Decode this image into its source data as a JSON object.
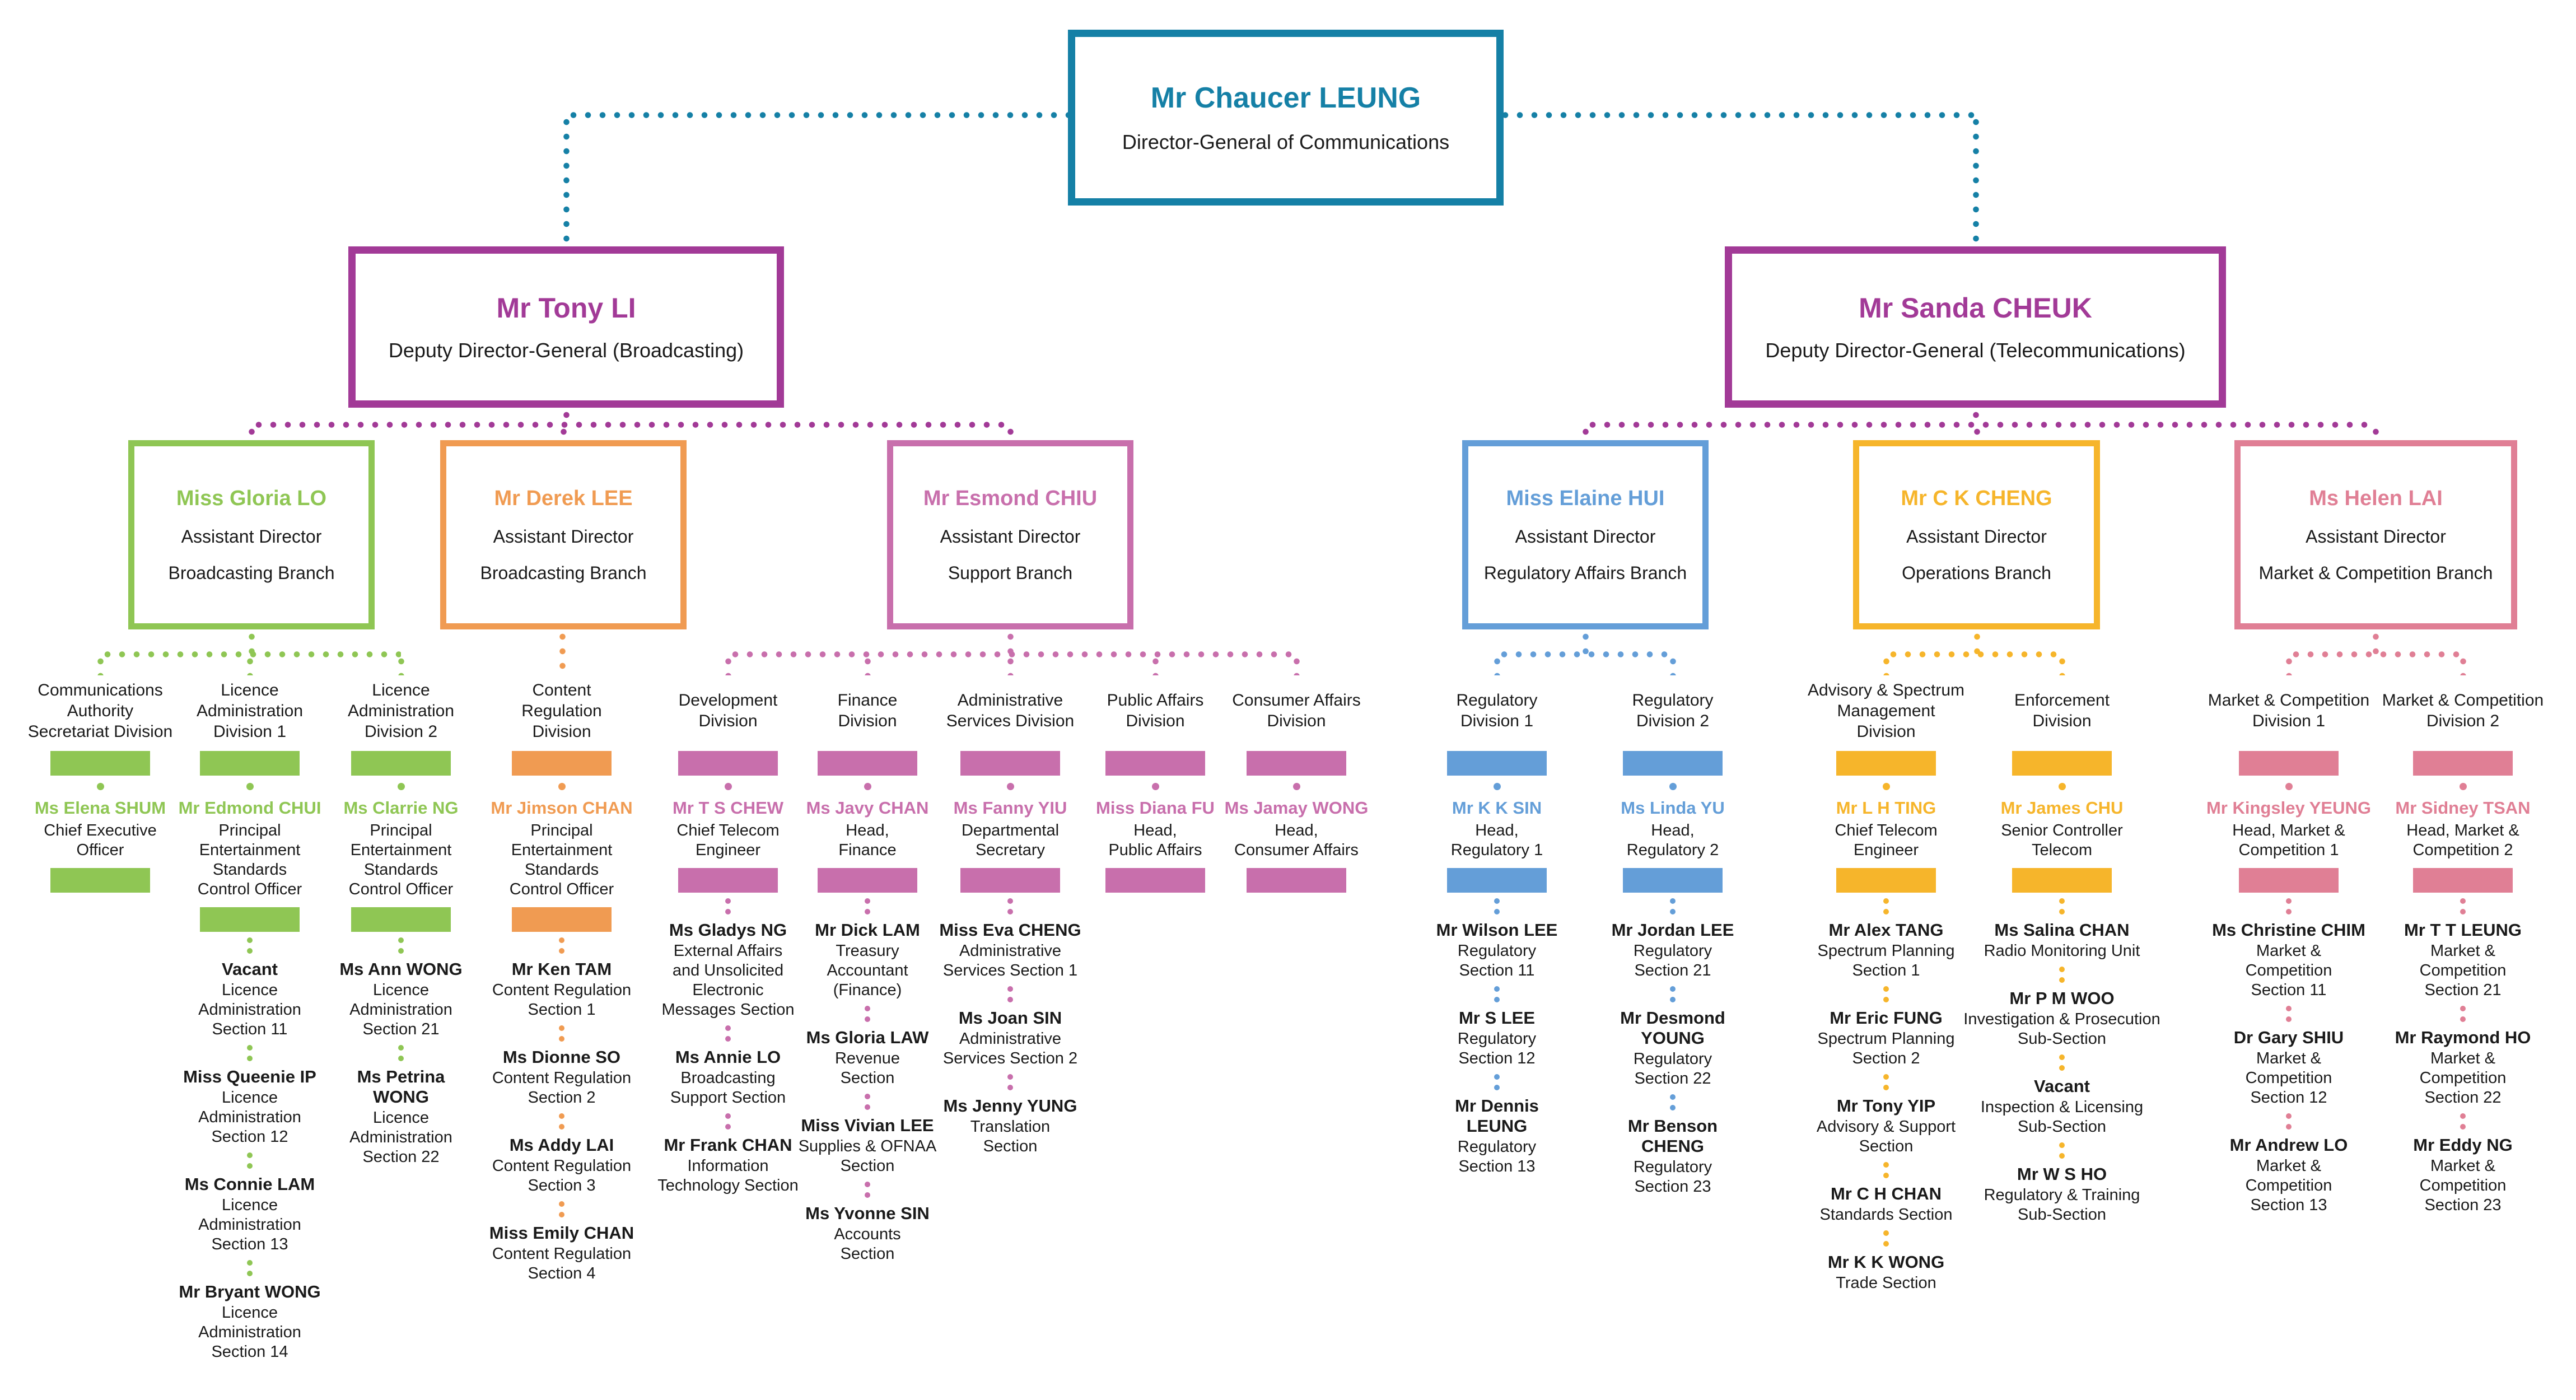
{
  "colors": {
    "teal": "#1580A6",
    "purple": "#A23A97",
    "green": "#8FC654",
    "orange": "#F09B52",
    "orchid": "#C86FAC",
    "blue": "#649ED8",
    "amber": "#F6B52B",
    "rose": "#E07F95",
    "text": "#1A1A1A"
  },
  "root": {
    "name": "Mr Chaucer LEUNG",
    "title": "Director-General of Communications"
  },
  "deputies": [
    {
      "name": "Mr Tony LI",
      "title": "Deputy Director-General (Broadcasting)"
    },
    {
      "name": "Mr Sanda CHEUK",
      "title": "Deputy Director-General (Telecommunications)"
    }
  ],
  "assistants": [
    {
      "name": "Miss Gloria LO",
      "role": "Assistant Director",
      "branch": "Broadcasting Branch",
      "color": "green"
    },
    {
      "name": "Mr Derek LEE",
      "role": "Assistant Director",
      "branch": "Broadcasting Branch",
      "color": "orange"
    },
    {
      "name": "Mr Esmond CHIU",
      "role": "Assistant Director",
      "branch": "Support Branch",
      "color": "orchid"
    },
    {
      "name": "Miss Elaine HUI",
      "role": "Assistant Director",
      "branch": "Regulatory Affairs Branch",
      "color": "blue"
    },
    {
      "name": "Mr C K CHENG",
      "role": "Assistant Director",
      "branch": "Operations Branch",
      "color": "amber"
    },
    {
      "name": "Ms Helen LAI",
      "role": "Assistant Director",
      "branch": "Market & Competition Branch",
      "color": "rose"
    }
  ],
  "columns": [
    {
      "division": "Communications\nAuthority\nSecretariat Division",
      "color": "green",
      "head": {
        "name": "Ms Elena SHUM",
        "role": "Chief Executive\nOfficer"
      },
      "staff": []
    },
    {
      "division": "Licence\nAdministration\nDivision 1",
      "color": "green",
      "head": {
        "name": "Mr Edmond CHUI",
        "role": "Principal\nEntertainment\nStandards\nControl Officer"
      },
      "staff": [
        {
          "name": "Vacant",
          "unit": "Licence\nAdministration\nSection 11"
        },
        {
          "name": "Miss Queenie IP",
          "unit": "Licence\nAdministration\nSection 12"
        },
        {
          "name": "Ms Connie LAM",
          "unit": "Licence\nAdministration\nSection 13"
        },
        {
          "name": "Mr Bryant WONG",
          "unit": "Licence\nAdministration\nSection 14"
        }
      ]
    },
    {
      "division": "Licence\nAdministration\nDivision 2",
      "color": "green",
      "head": {
        "name": "Ms Clarrie NG",
        "role": "Principal\nEntertainment\nStandards\nControl Officer"
      },
      "staff": [
        {
          "name": "Ms Ann WONG",
          "unit": "Licence\nAdministration\nSection 21"
        },
        {
          "name": "Ms Petrina WONG",
          "unit": "Licence\nAdministration\nSection 22"
        }
      ]
    },
    {
      "division": "Content\nRegulation\nDivision",
      "color": "orange",
      "head": {
        "name": "Mr Jimson CHAN",
        "role": "Principal\nEntertainment\nStandards\nControl Officer"
      },
      "staff": [
        {
          "name": "Mr Ken TAM",
          "unit": "Content Regulation\nSection 1"
        },
        {
          "name": "Ms Dionne SO",
          "unit": "Content Regulation\nSection 2"
        },
        {
          "name": "Ms Addy LAI",
          "unit": "Content Regulation\nSection 3"
        },
        {
          "name": "Miss Emily CHAN",
          "unit": "Content Regulation\nSection 4"
        }
      ]
    },
    {
      "division": "Development\nDivision",
      "color": "orchid",
      "head": {
        "name": "Mr T S CHEW",
        "role": "Chief Telecom\nEngineer"
      },
      "staff": [
        {
          "name": "Ms Gladys NG",
          "unit": "External Affairs\nand Unsolicited\nElectronic\nMessages Section"
        },
        {
          "name": "Ms Annie LO",
          "unit": "Broadcasting\nSupport Section"
        },
        {
          "name": "Mr Frank CHAN",
          "unit": "Information\nTechnology Section"
        }
      ]
    },
    {
      "division": "Finance\nDivision",
      "color": "orchid",
      "head": {
        "name": "Ms Javy CHAN",
        "role": "Head,\nFinance"
      },
      "staff": [
        {
          "name": "Mr Dick LAM",
          "unit": "Treasury\nAccountant\n(Finance)"
        },
        {
          "name": "Ms Gloria LAW",
          "unit": "Revenue\nSection"
        },
        {
          "name": "Miss Vivian LEE",
          "unit": "Supplies & OFNAA\nSection"
        },
        {
          "name": "Ms Yvonne SIN",
          "unit": "Accounts\nSection"
        }
      ]
    },
    {
      "division": "Administrative\nServices Division",
      "color": "orchid",
      "head": {
        "name": "Ms Fanny YIU",
        "role": "Departmental\nSecretary"
      },
      "staff": [
        {
          "name": "Miss Eva CHENG",
          "unit": "Administrative\nServices Section 1"
        },
        {
          "name": "Ms Joan SIN",
          "unit": "Administrative\nServices Section 2"
        },
        {
          "name": "Ms Jenny YUNG",
          "unit": "Translation\nSection"
        }
      ]
    },
    {
      "division": "Public Affairs\nDivision",
      "color": "orchid",
      "head": {
        "name": "Miss Diana FU",
        "role": "Head,\nPublic Affairs"
      },
      "staff": []
    },
    {
      "division": "Consumer Affairs\nDivision",
      "color": "orchid",
      "head": {
        "name": "Ms Jamay WONG",
        "role": "Head,\nConsumer Affairs"
      },
      "staff": []
    },
    {
      "division": "Regulatory\nDivision 1",
      "color": "blue",
      "head": {
        "name": "Mr K K SIN",
        "role": "Head,\nRegulatory 1"
      },
      "staff": [
        {
          "name": "Mr Wilson LEE",
          "unit": "Regulatory\nSection 11"
        },
        {
          "name": "Mr S LEE",
          "unit": "Regulatory\nSection 12"
        },
        {
          "name": "Mr Dennis LEUNG",
          "unit": "Regulatory\nSection 13"
        }
      ]
    },
    {
      "division": "Regulatory\nDivision 2",
      "color": "blue",
      "head": {
        "name": "Ms Linda YU",
        "role": "Head,\nRegulatory 2"
      },
      "staff": [
        {
          "name": "Mr Jordan LEE",
          "unit": "Regulatory\nSection 21"
        },
        {
          "name": "Mr Desmond YOUNG",
          "unit": "Regulatory\nSection 22"
        },
        {
          "name": "Mr Benson CHENG",
          "unit": "Regulatory\nSection 23"
        }
      ]
    },
    {
      "division": "Advisory & Spectrum\nManagement\nDivision",
      "color": "amber",
      "head": {
        "name": "Mr L H TING",
        "role": "Chief Telecom\nEngineer"
      },
      "staff": [
        {
          "name": "Mr Alex TANG",
          "unit": "Spectrum Planning\nSection 1"
        },
        {
          "name": "Mr Eric FUNG",
          "unit": "Spectrum Planning\nSection 2"
        },
        {
          "name": "Mr Tony YIP",
          "unit": "Advisory & Support\nSection"
        },
        {
          "name": "Mr C H CHAN",
          "unit": "Standards Section"
        },
        {
          "name": "Mr K K WONG",
          "unit": "Trade Section"
        }
      ]
    },
    {
      "division": "Enforcement\nDivision",
      "color": "amber",
      "head": {
        "name": "Mr James CHU",
        "role": "Senior Controller\nTelecom"
      },
      "staff": [
        {
          "name": "Ms Salina CHAN",
          "unit": "Radio Monitoring Unit"
        },
        {
          "name": "Mr P M WOO",
          "unit": "Investigation & Prosecution\nSub-Section"
        },
        {
          "name": "Vacant",
          "unit": "Inspection & Licensing\nSub-Section"
        },
        {
          "name": "Mr W S HO",
          "unit": "Regulatory & Training\nSub-Section"
        }
      ]
    },
    {
      "division": "Market & Competition\nDivision 1",
      "color": "rose",
      "head": {
        "name": "Mr Kingsley YEUNG",
        "role": "Head, Market &\nCompetition 1"
      },
      "staff": [
        {
          "name": "Ms Christine CHIM",
          "unit": "Market &\nCompetition\nSection 11"
        },
        {
          "name": "Dr Gary SHIU",
          "unit": "Market &\nCompetition\nSection 12"
        },
        {
          "name": "Mr Andrew LO",
          "unit": "Market &\nCompetition\nSection 13"
        }
      ]
    },
    {
      "division": "Market & Competition\nDivision 2",
      "color": "rose",
      "head": {
        "name": "Mr Sidney TSAN",
        "role": "Head, Market &\nCompetition 2"
      },
      "staff": [
        {
          "name": "Mr T T LEUNG",
          "unit": "Market &\nCompetition\nSection 21"
        },
        {
          "name": "Mr Raymond HO",
          "unit": "Market &\nCompetition\nSection 22"
        },
        {
          "name": "Mr Eddy NG",
          "unit": "Market &\nCompetition\nSection 23"
        }
      ]
    }
  ]
}
